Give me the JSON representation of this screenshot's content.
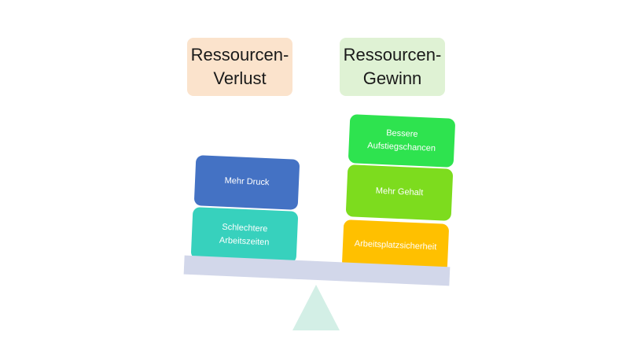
{
  "headers": {
    "loss": {
      "line1": "Ressourcen-",
      "line2": "Verlust",
      "color": "#fbe3cc"
    },
    "gain": {
      "line1": "Ressourcen-",
      "line2": "Gewinn",
      "color": "#dff2d4"
    }
  },
  "left_blocks": [
    {
      "line1": "Mehr Druck",
      "color": "#4472c4"
    },
    {
      "line1": "Schlechtere",
      "line2": "Arbeitszeiten",
      "color": "#37d1bd"
    }
  ],
  "right_blocks": [
    {
      "line1": "Bessere",
      "line2": "Aufstiegschancen",
      "color": "#2ee34f"
    },
    {
      "line1": "Mehr Gehalt",
      "color": "#7ddc1e"
    },
    {
      "line1": "Arbeitsplatzsicherheit",
      "color": "#ffc000"
    }
  ],
  "scale": {
    "beam_color": "#d2d7ea",
    "fulcrum_color": "#d3efe6"
  }
}
